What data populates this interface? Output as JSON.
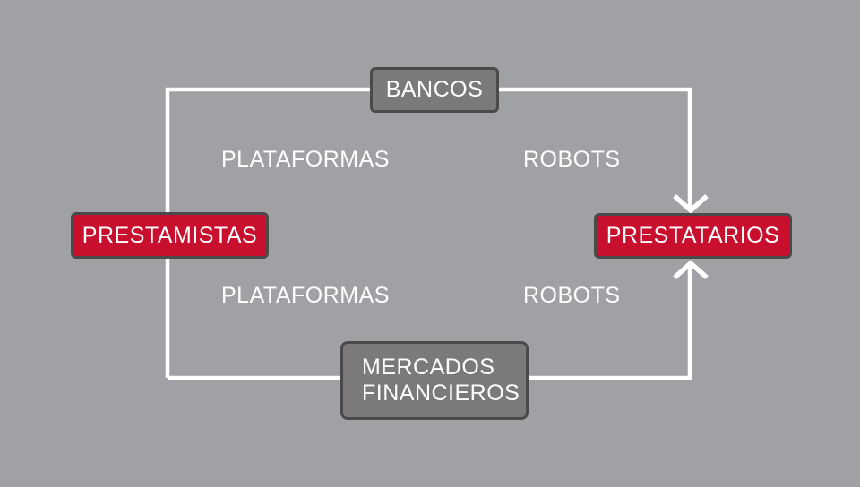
{
  "colors": {
    "background": "#a0a1a4",
    "node-gray": "#7b797a",
    "node-border": "#4b4949",
    "node-red": "#c8102e",
    "line": "#ffffff",
    "text": "#ffffff"
  },
  "nodes": {
    "bancos": {
      "label": "BANCOS"
    },
    "prestamistas": {
      "label": "PRESTAMISTAS"
    },
    "prestatarios": {
      "label": "PRESTATARIOS"
    },
    "mercados_financieros": {
      "label": "MERCADOS\nFINANCIEROS"
    }
  },
  "labels": {
    "plataformas_top": "PLATAFORMAS",
    "robots_top": "ROBOTS",
    "plataformas_bottom": "PLATAFORMAS",
    "robots_bottom": "ROBOTS"
  }
}
